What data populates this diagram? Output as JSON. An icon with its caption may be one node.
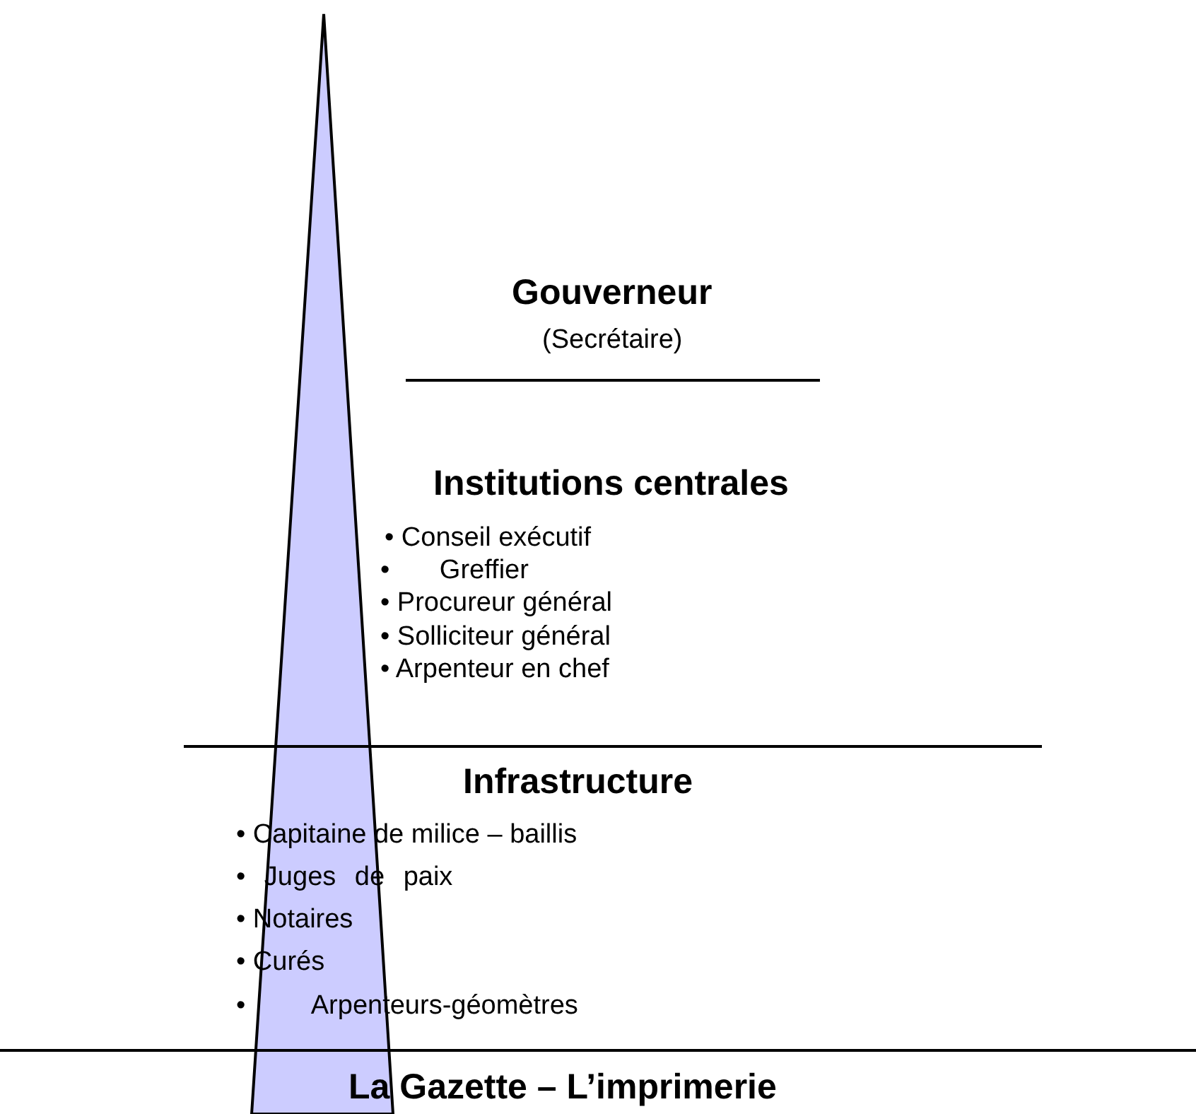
{
  "diagram": {
    "labels": [
      "Gouverneur",
      "(Secrétaire)",
      "Institutions centrales",
      "• Conseil exécutif",
      "• Greffier",
      "• Procureur général",
      "• Solliciteur général",
      "• Arpenteur en chef",
      "Infrastructure",
      "• Capitaine de milice – baillis",
      "• Juges de paix",
      "• Notaires",
      "• Curés",
      "• Arpenteurs-géomètres",
      "La Gazette – L’imprimerie"
    ]
  }
}
